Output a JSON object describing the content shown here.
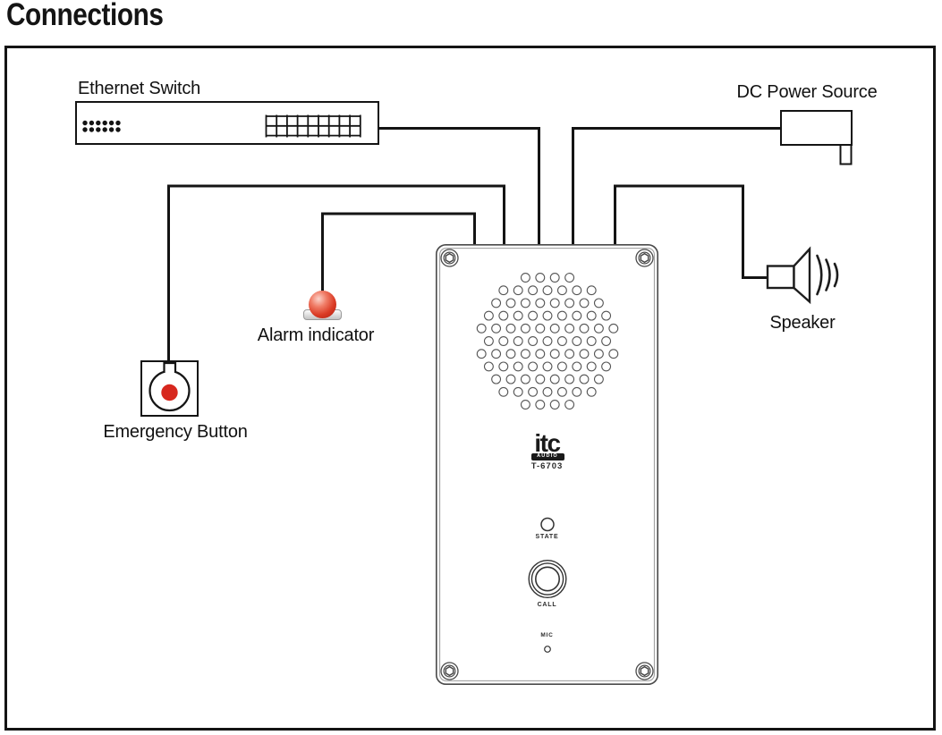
{
  "title": "Connections",
  "colors": {
    "line": "#141414",
    "red": "#d7281e",
    "panel_border": "#4a4a4a"
  },
  "components": {
    "ethernet_switch": {
      "label": "Ethernet Switch"
    },
    "dc_power": {
      "label": "DC Power Source"
    },
    "alarm": {
      "label": "Alarm indicator"
    },
    "emergency": {
      "label": "Emergency Button"
    },
    "speaker": {
      "label": "Speaker"
    }
  },
  "panel": {
    "brand": "itc",
    "brand_sub": "AUDIO",
    "model": "T-6703",
    "state_label": "STATE",
    "call_label": "CALL",
    "mic_label": "MIC"
  }
}
